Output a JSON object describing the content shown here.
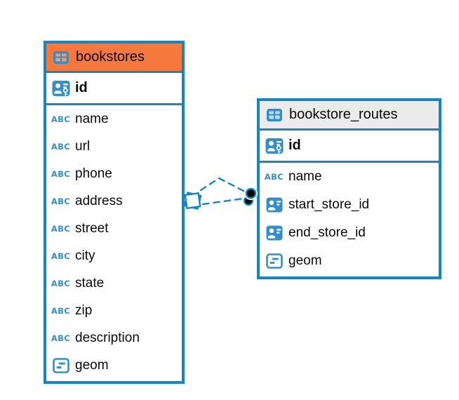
{
  "diagram": {
    "background": "#ffffff",
    "accent_blue": "#1287C6",
    "tables": [
      {
        "title": "bookstores",
        "header_color": "#F5793C",
        "fields": [
          {
            "name": "id",
            "type": "primary-key"
          },
          {
            "name": "name",
            "type": "text"
          },
          {
            "name": "url",
            "type": "text"
          },
          {
            "name": "phone",
            "type": "text"
          },
          {
            "name": "address",
            "type": "text"
          },
          {
            "name": "street",
            "type": "text"
          },
          {
            "name": "city",
            "type": "text"
          },
          {
            "name": "state",
            "type": "text"
          },
          {
            "name": "zip",
            "type": "text"
          },
          {
            "name": "description",
            "type": "text"
          },
          {
            "name": "geom",
            "type": "geometry"
          }
        ]
      },
      {
        "title": "bookstore_routes",
        "header_color": "#EBEBEB",
        "fields": [
          {
            "name": "id",
            "type": "primary-key"
          },
          {
            "name": "name",
            "type": "text"
          },
          {
            "name": "start_store_id",
            "type": "foreign-key"
          },
          {
            "name": "end_store_id",
            "type": "foreign-key"
          },
          {
            "name": "geom",
            "type": "geometry"
          }
        ]
      }
    ],
    "relationship": {
      "from_table": "bookstores",
      "to_table": "bookstore_routes",
      "line_style": "dashed",
      "line_color": "#1287C6"
    }
  },
  "icons": {
    "text_type_label": "ABC"
  }
}
